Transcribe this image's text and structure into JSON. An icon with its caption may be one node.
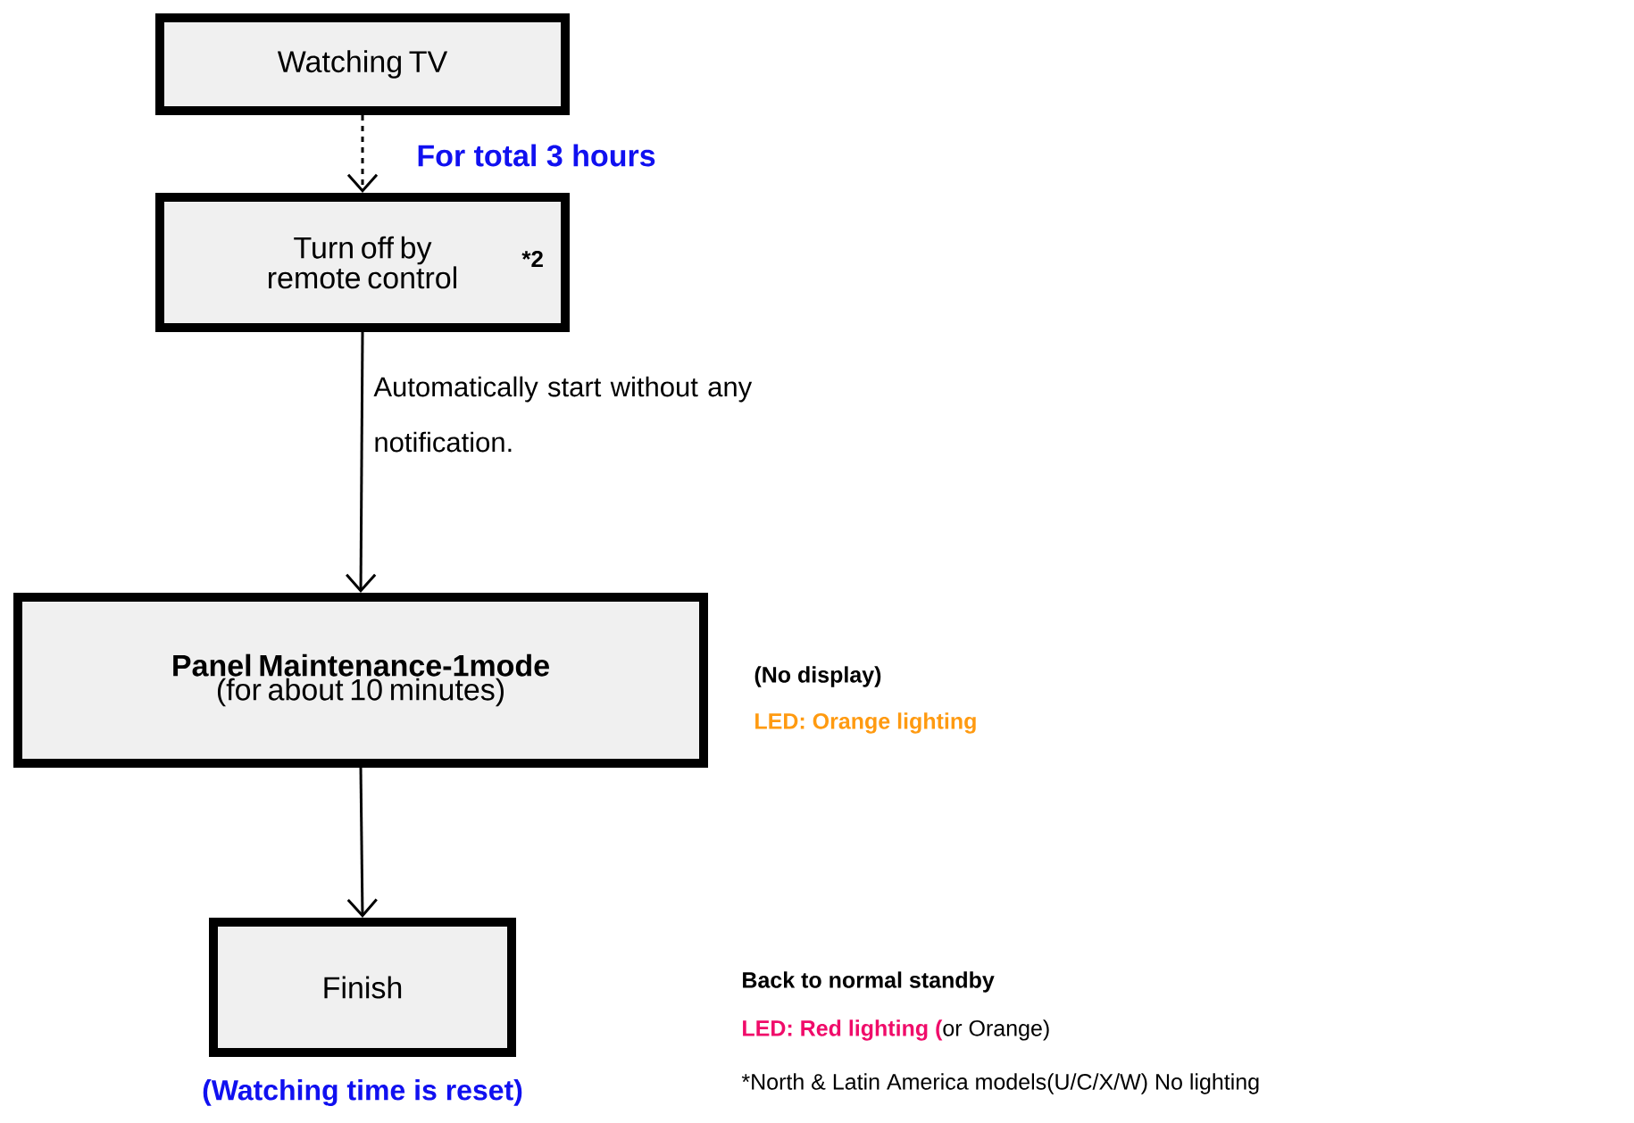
{
  "diagram": {
    "nodes": [
      {
        "text": [
          "Watching TV"
        ]
      },
      {
        "text": [
          "Turn off by remote control",
          "*2"
        ]
      },
      {
        "text": [
          "Panel Maintenance-1mode",
          "(for about 10 minutes)"
        ],
        "beside": [
          "(No display)",
          "LED: Orange lighting"
        ]
      },
      {
        "text": [
          "Finish"
        ],
        "beside": [
          "Back to normal standby",
          "**LED: Red lighting (**or Orange)",
          "*North & Latin America models(U/C/X/W) No lighting",
          "(Watching time is reset)"
        ]
      }
    ],
    "edges": [
      {
        "from": 0,
        "to": 1,
        "arrow": "to",
        "style": "dashed",
        "label": "For total 3 hours"
      },
      {
        "from": 1,
        "to": 2,
        "arrow": "to",
        "label": "Automatically start without any notification."
      },
      {
        "from": 2,
        "to": 3,
        "arrow": "to"
      }
    ]
  }
}
